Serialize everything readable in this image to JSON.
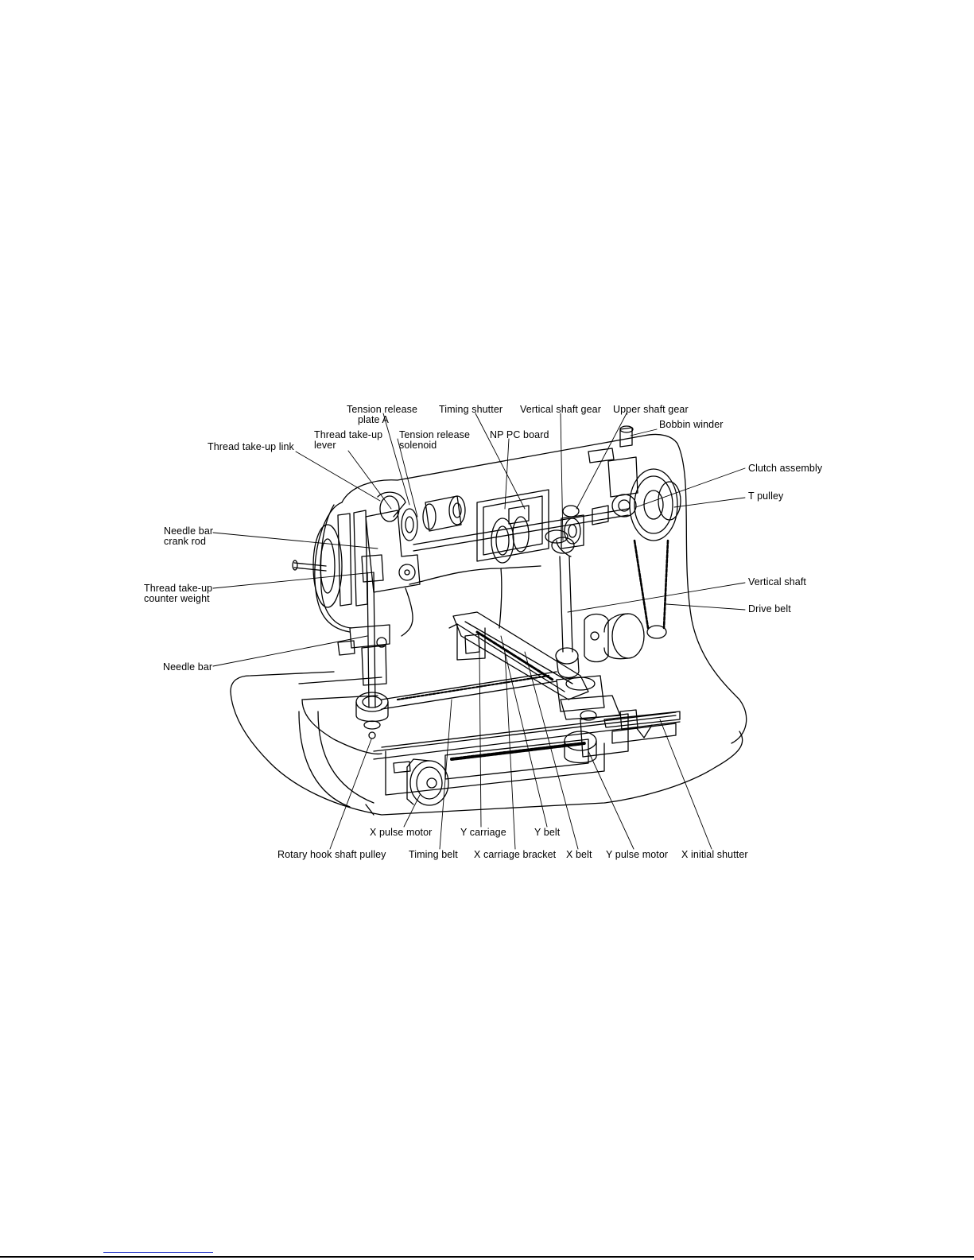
{
  "labels": {
    "tension_release_plate": [
      "Tension release",
      "plate A"
    ],
    "timing_shutter": "Timing shutter",
    "vertical_shaft_gear": "Vertical shaft gear",
    "upper_shaft_gear": "Upper shaft gear",
    "bobbin_winder": "Bobbin winder",
    "thread_takeup_lever": [
      "Thread take-up",
      "lever"
    ],
    "tension_release_solenoid": [
      "Tension release",
      "solenoid"
    ],
    "np_pc_board": "NP PC board",
    "thread_takeup_link": "Thread take-up link",
    "clutch_assembly": "Clutch assembly",
    "t_pulley": "T pulley",
    "needle_bar_crank_rod": [
      "Needle bar",
      "crank rod"
    ],
    "thread_takeup_counter_weight": [
      "Thread take-up",
      "counter weight"
    ],
    "vertical_shaft": "Vertical shaft",
    "drive_belt": "Drive belt",
    "needle_bar": "Needle bar",
    "x_pulse_motor": "X pulse motor",
    "y_carriage": "Y carriage",
    "y_belt": "Y belt",
    "rotary_hook_shaft_pulley": "Rotary hook shaft pulley",
    "timing_belt": "Timing belt",
    "x_carriage_bracket": "X carriage bracket",
    "x_belt": "X belt",
    "y_pulse_motor": "Y pulse motor",
    "x_initial_shutter": "X initial shutter"
  }
}
